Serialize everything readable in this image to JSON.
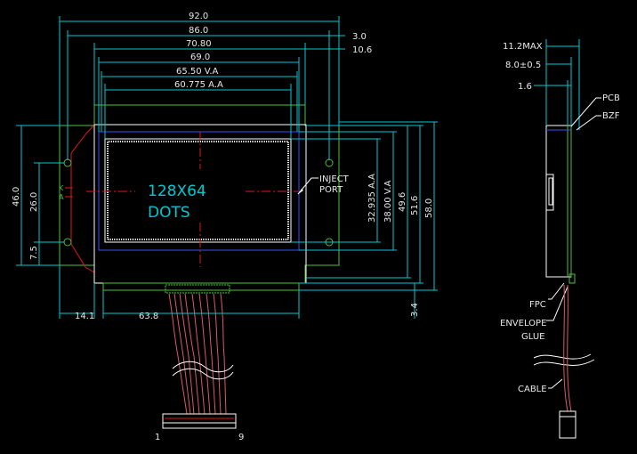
{
  "front_view": {
    "dimensions_top": [
      "92.0",
      "86.0",
      "70.80",
      "69.0",
      "65.50 V.A",
      "60.775 A.A",
      "3.0",
      "10.6"
    ],
    "dimensions_left": [
      "46.0",
      "26.0",
      "7.5"
    ],
    "dimensions_right": [
      "32.935 A.A",
      "38.00 V.A",
      "49.6",
      "51.6",
      "58.0"
    ],
    "dimensions_bottom": [
      "14.1",
      "63.8",
      "3.4"
    ],
    "display_text": [
      "128X64",
      "DOTS"
    ],
    "led_pins": [
      "K",
      "A"
    ],
    "inject_port": [
      "INJECT",
      "PORT"
    ],
    "connector_pins": [
      "1",
      "9"
    ]
  },
  "side_view": {
    "dimensions": [
      "11.2MAX",
      "8.0±0.5",
      "1.6"
    ],
    "labels": {
      "pcb": "PCB",
      "bzf": "BZF",
      "fpc": "FPC",
      "envelope": "ENVELOPE",
      "glue": "GLUE",
      "cable": "CABLE"
    }
  }
}
